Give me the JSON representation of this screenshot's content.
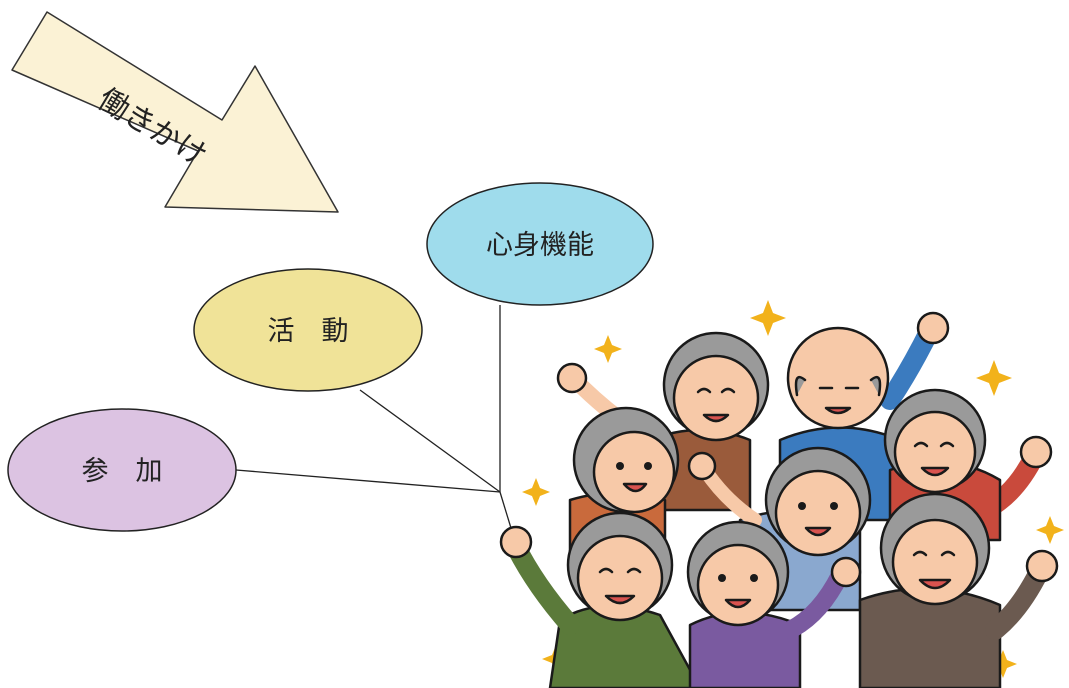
{
  "arrow": {
    "label": "働きかけ",
    "fill": "#fbf2d5",
    "stroke": "#333333"
  },
  "nodes": [
    {
      "id": "shinshin",
      "label": "心身機能",
      "fill": "#9fdcec"
    },
    {
      "id": "katsudo",
      "label": "活　動",
      "fill": "#f0e398"
    },
    {
      "id": "sanka",
      "label": "参　加",
      "fill": "#dcc3e2"
    }
  ],
  "colors": {
    "outline": "#1a1a1a",
    "skin": "#f7c9a8",
    "hair": "#9a9a9a",
    "star": "#f2b21b",
    "mouth": "#d9534f"
  },
  "illustration": {
    "icon": "cheering-elderly-group-icon"
  }
}
